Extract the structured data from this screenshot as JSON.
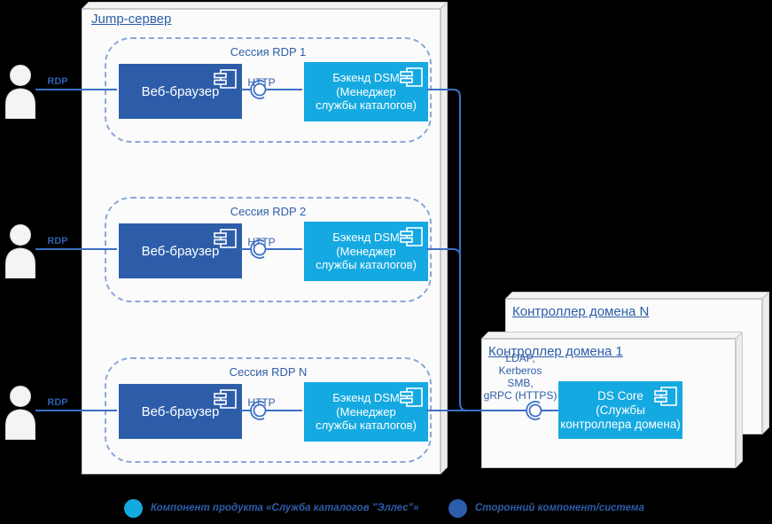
{
  "jump_server": {
    "title": "Jump-сервер"
  },
  "sessions": [
    {
      "label": "Сессия RDP 1",
      "rdp": "RDP",
      "http": "HTTP",
      "browser": "Веб-браузер",
      "backend": [
        "Бэкенд DSM",
        "(Менеджер",
        "службы каталогов)"
      ]
    },
    {
      "label": "Сессия RDP 2",
      "rdp": "RDP",
      "http": "HTTP",
      "browser": "Веб-браузер",
      "backend": [
        "Бэкенд DSM",
        "(Менеджер",
        "службы каталогов)"
      ]
    },
    {
      "label": "Сессия RDP N",
      "rdp": "RDP",
      "http": "HTTP",
      "browser": "Веб-браузер",
      "backend": [
        "Бэкенд DSM",
        "(Менеджер",
        "службы каталогов)"
      ]
    }
  ],
  "domain": {
    "back_title": "Контроллер домена N",
    "front_title": "Контроллер домена 1",
    "protocols": [
      "LDAP,",
      "Kerberos",
      "SMB,",
      "gRPC (HTTPS)"
    ],
    "ds_core": [
      "DS Core",
      "(Службы",
      "контроллера домена)"
    ]
  },
  "legend": [
    {
      "label": "Компонент продукта «Служба каталогов \"Эллес\"»",
      "color": "#15a9e1"
    },
    {
      "label": "Сторонний компонент/система",
      "color": "#2d5da9"
    }
  ],
  "colors": {
    "product_accent": "#15a9e1",
    "third_party_accent": "#2d5da9",
    "line": "#3a70c8",
    "label_text": "#2d5da9"
  }
}
